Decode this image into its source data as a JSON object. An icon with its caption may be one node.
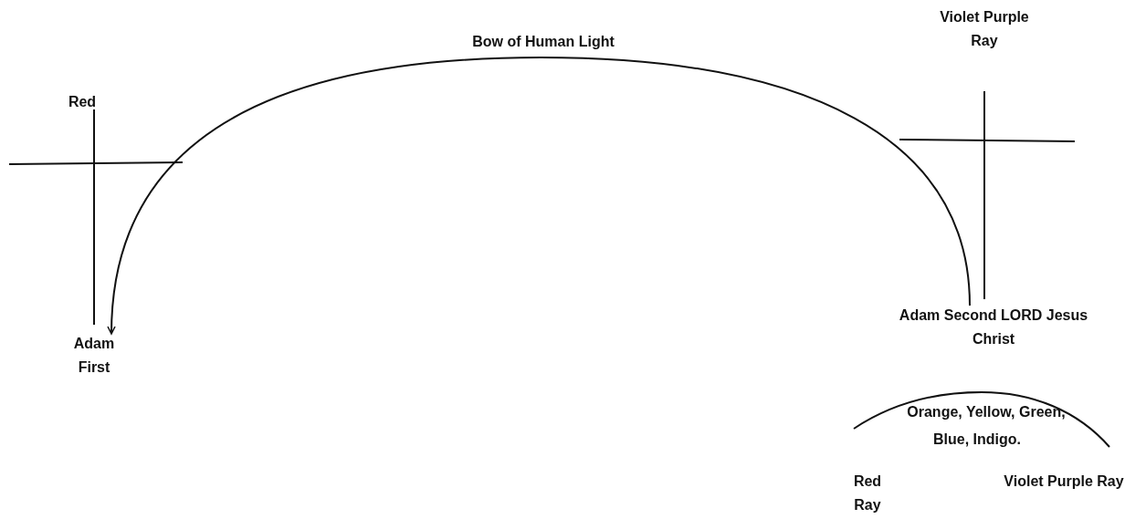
{
  "diagram": {
    "nodes": [
      {
        "text": [
          "Adam First"
        ]
      },
      {
        "text": [
          "Adam Second LORD Jesus Christ"
        ]
      }
    ],
    "edges": [
      {
        "from": 1,
        "to": 0,
        "arrow": "to",
        "label": "Bow of Human Light"
      }
    ],
    "labels": [
      "Violet Purple Ray",
      "Red",
      "Orange, Yellow, Green,",
      "Blue, Indigo.",
      "Red Ray",
      "Violet Purple Ray"
    ]
  }
}
